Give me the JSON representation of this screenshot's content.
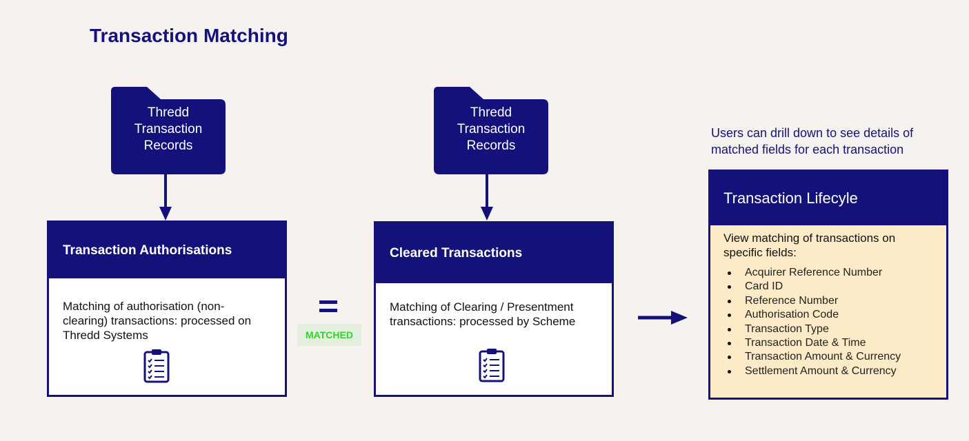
{
  "title": "Transaction Matching",
  "colors": {
    "navy": "#14117a",
    "background": "#f5f2ef",
    "matched_green": "#35d12a",
    "lifecycle_fill": "#fdeac7"
  },
  "source_left": {
    "icon": "folder-icon",
    "lines": [
      "Thredd",
      "Transaction",
      "Records"
    ]
  },
  "source_right": {
    "icon": "folder-icon",
    "lines": [
      "Thredd",
      "Transaction",
      "Records"
    ]
  },
  "authorisations": {
    "title": "Transaction Authorisations",
    "lines": [
      "Matching of authorisation (non-",
      "clearing) transactions: processed on",
      "Thredd Systems"
    ],
    "icon": "clipboard-checklist-icon"
  },
  "cleared": {
    "title": "Cleared Transactions",
    "lines": [
      "Matching of Clearing / Presentment",
      "transactions: processed by Scheme"
    ],
    "icon": "clipboard-checklist-icon"
  },
  "equals_symbol": "=",
  "matched_label": "MATCHED",
  "drill_note": [
    "Users can drill down to see details of",
    "matched fields for each transaction"
  ],
  "lifecycle": {
    "title": "Transaction Lifecyle",
    "intro": [
      "View matching of transactions on",
      "specific fields:"
    ],
    "fields": [
      "Acquirer Reference Number",
      "Card ID",
      "Reference Number",
      "Authorisation Code",
      "Transaction Type",
      "Transaction Date & Time",
      "Transaction Amount & Currency",
      "Settlement Amount & Currency"
    ]
  }
}
